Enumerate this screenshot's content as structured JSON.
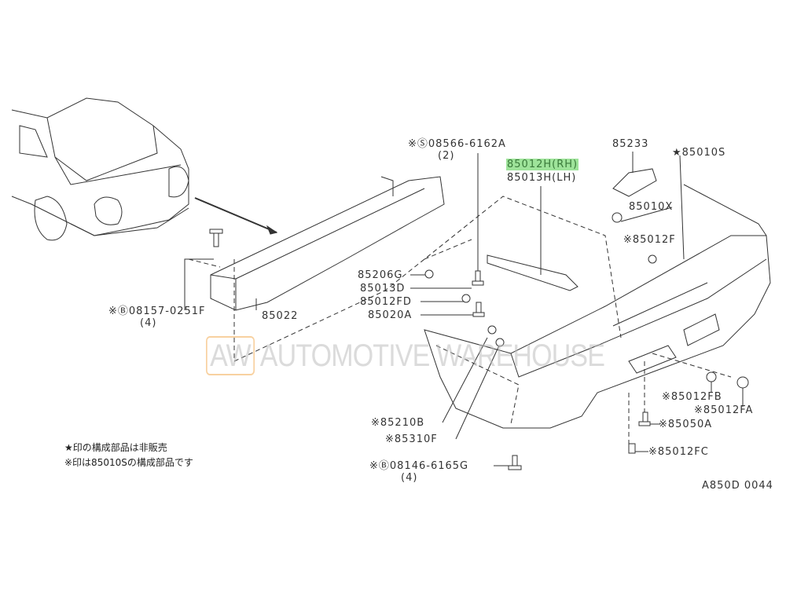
{
  "watermark": {
    "logo": "AW",
    "text": "AUTOMOTIVE WAREHOUSE"
  },
  "labels": {
    "bolt_s": "※Ⓢ08566-6162A",
    "bolt_s_qty": "(2)",
    "bracket_rh": "85012H(RH)",
    "bracket_lh": "85013H(LH)",
    "p85233": "85233",
    "p85010s": "★85010S",
    "p85010x": "85010X",
    "p85012f": "※85012F",
    "p85206g": "85206G",
    "p85013d": "85013D",
    "p85012fd": "85012FD",
    "p85020a": "85020A",
    "bolt_b1": "※Ⓑ08157-0251F",
    "bolt_b1_qty": "(4)",
    "p85022": "85022",
    "p85210b": "※85210B",
    "p85310f": "※85310F",
    "bolt_b2": "※Ⓑ08146-6165G",
    "bolt_b2_qty": "(4)",
    "p85012fb": "※85012FB",
    "p85012fa": "※85012FA",
    "p85050a": "※85050A",
    "p85012fc": "※85012FC",
    "diagram_id": "A850D 0044"
  },
  "notes": [
    "★印の構成部品は非販売",
    "※印は85010Sの構成部品です"
  ],
  "highlight_color": "#9ee39a"
}
